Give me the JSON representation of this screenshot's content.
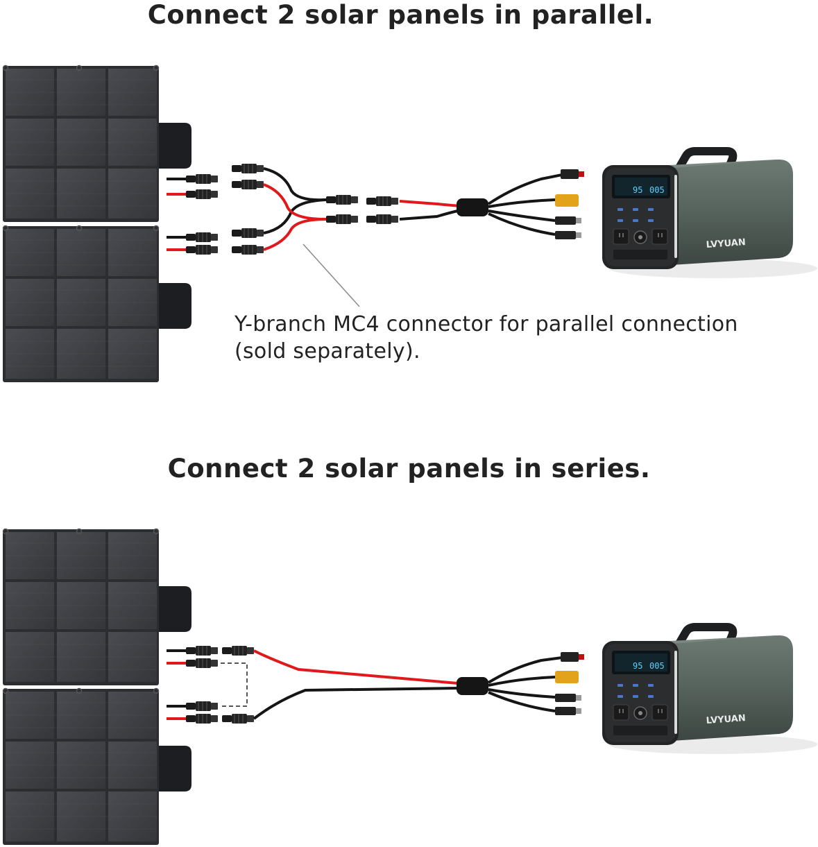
{
  "parallel": {
    "title": "Connect 2 solar panels in parallel.",
    "note_line1": "Y-branch MC4 connector for parallel connection",
    "note_line2": "(sold separately)."
  },
  "series": {
    "title": "Connect 2 solar panels in series."
  },
  "power_station": {
    "brand": "LVYUAN",
    "display_left": "95",
    "display_right": "005"
  },
  "colors": {
    "panel": "#3a3c40",
    "panel_dark": "#2b2c30",
    "cable_red": "#e0191c",
    "cable_black": "#151515",
    "station_body": "#55605b",
    "station_front": "#262728"
  }
}
